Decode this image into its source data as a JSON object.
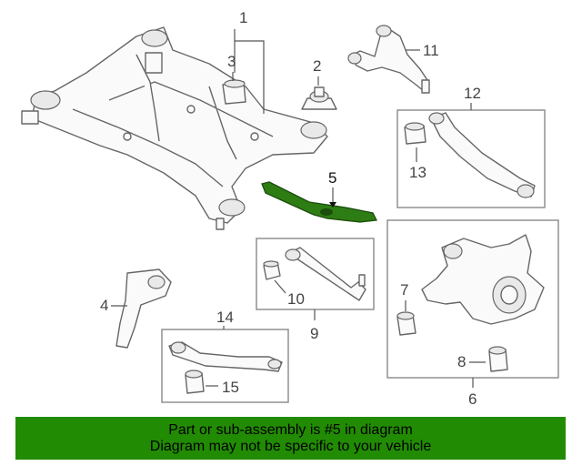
{
  "diagram": {
    "callouts": [
      "1",
      "2",
      "3",
      "4",
      "5",
      "6",
      "7",
      "8",
      "9",
      "10",
      "11",
      "12",
      "13",
      "14",
      "15"
    ],
    "highlight_color": "#2e7d14",
    "part_stroke_color": "#666666"
  },
  "banner": {
    "line1": "Part or sub-assembly is #5 in diagram",
    "line2": "Diagram may not be specific to your vehicle",
    "background": "#228b04"
  }
}
